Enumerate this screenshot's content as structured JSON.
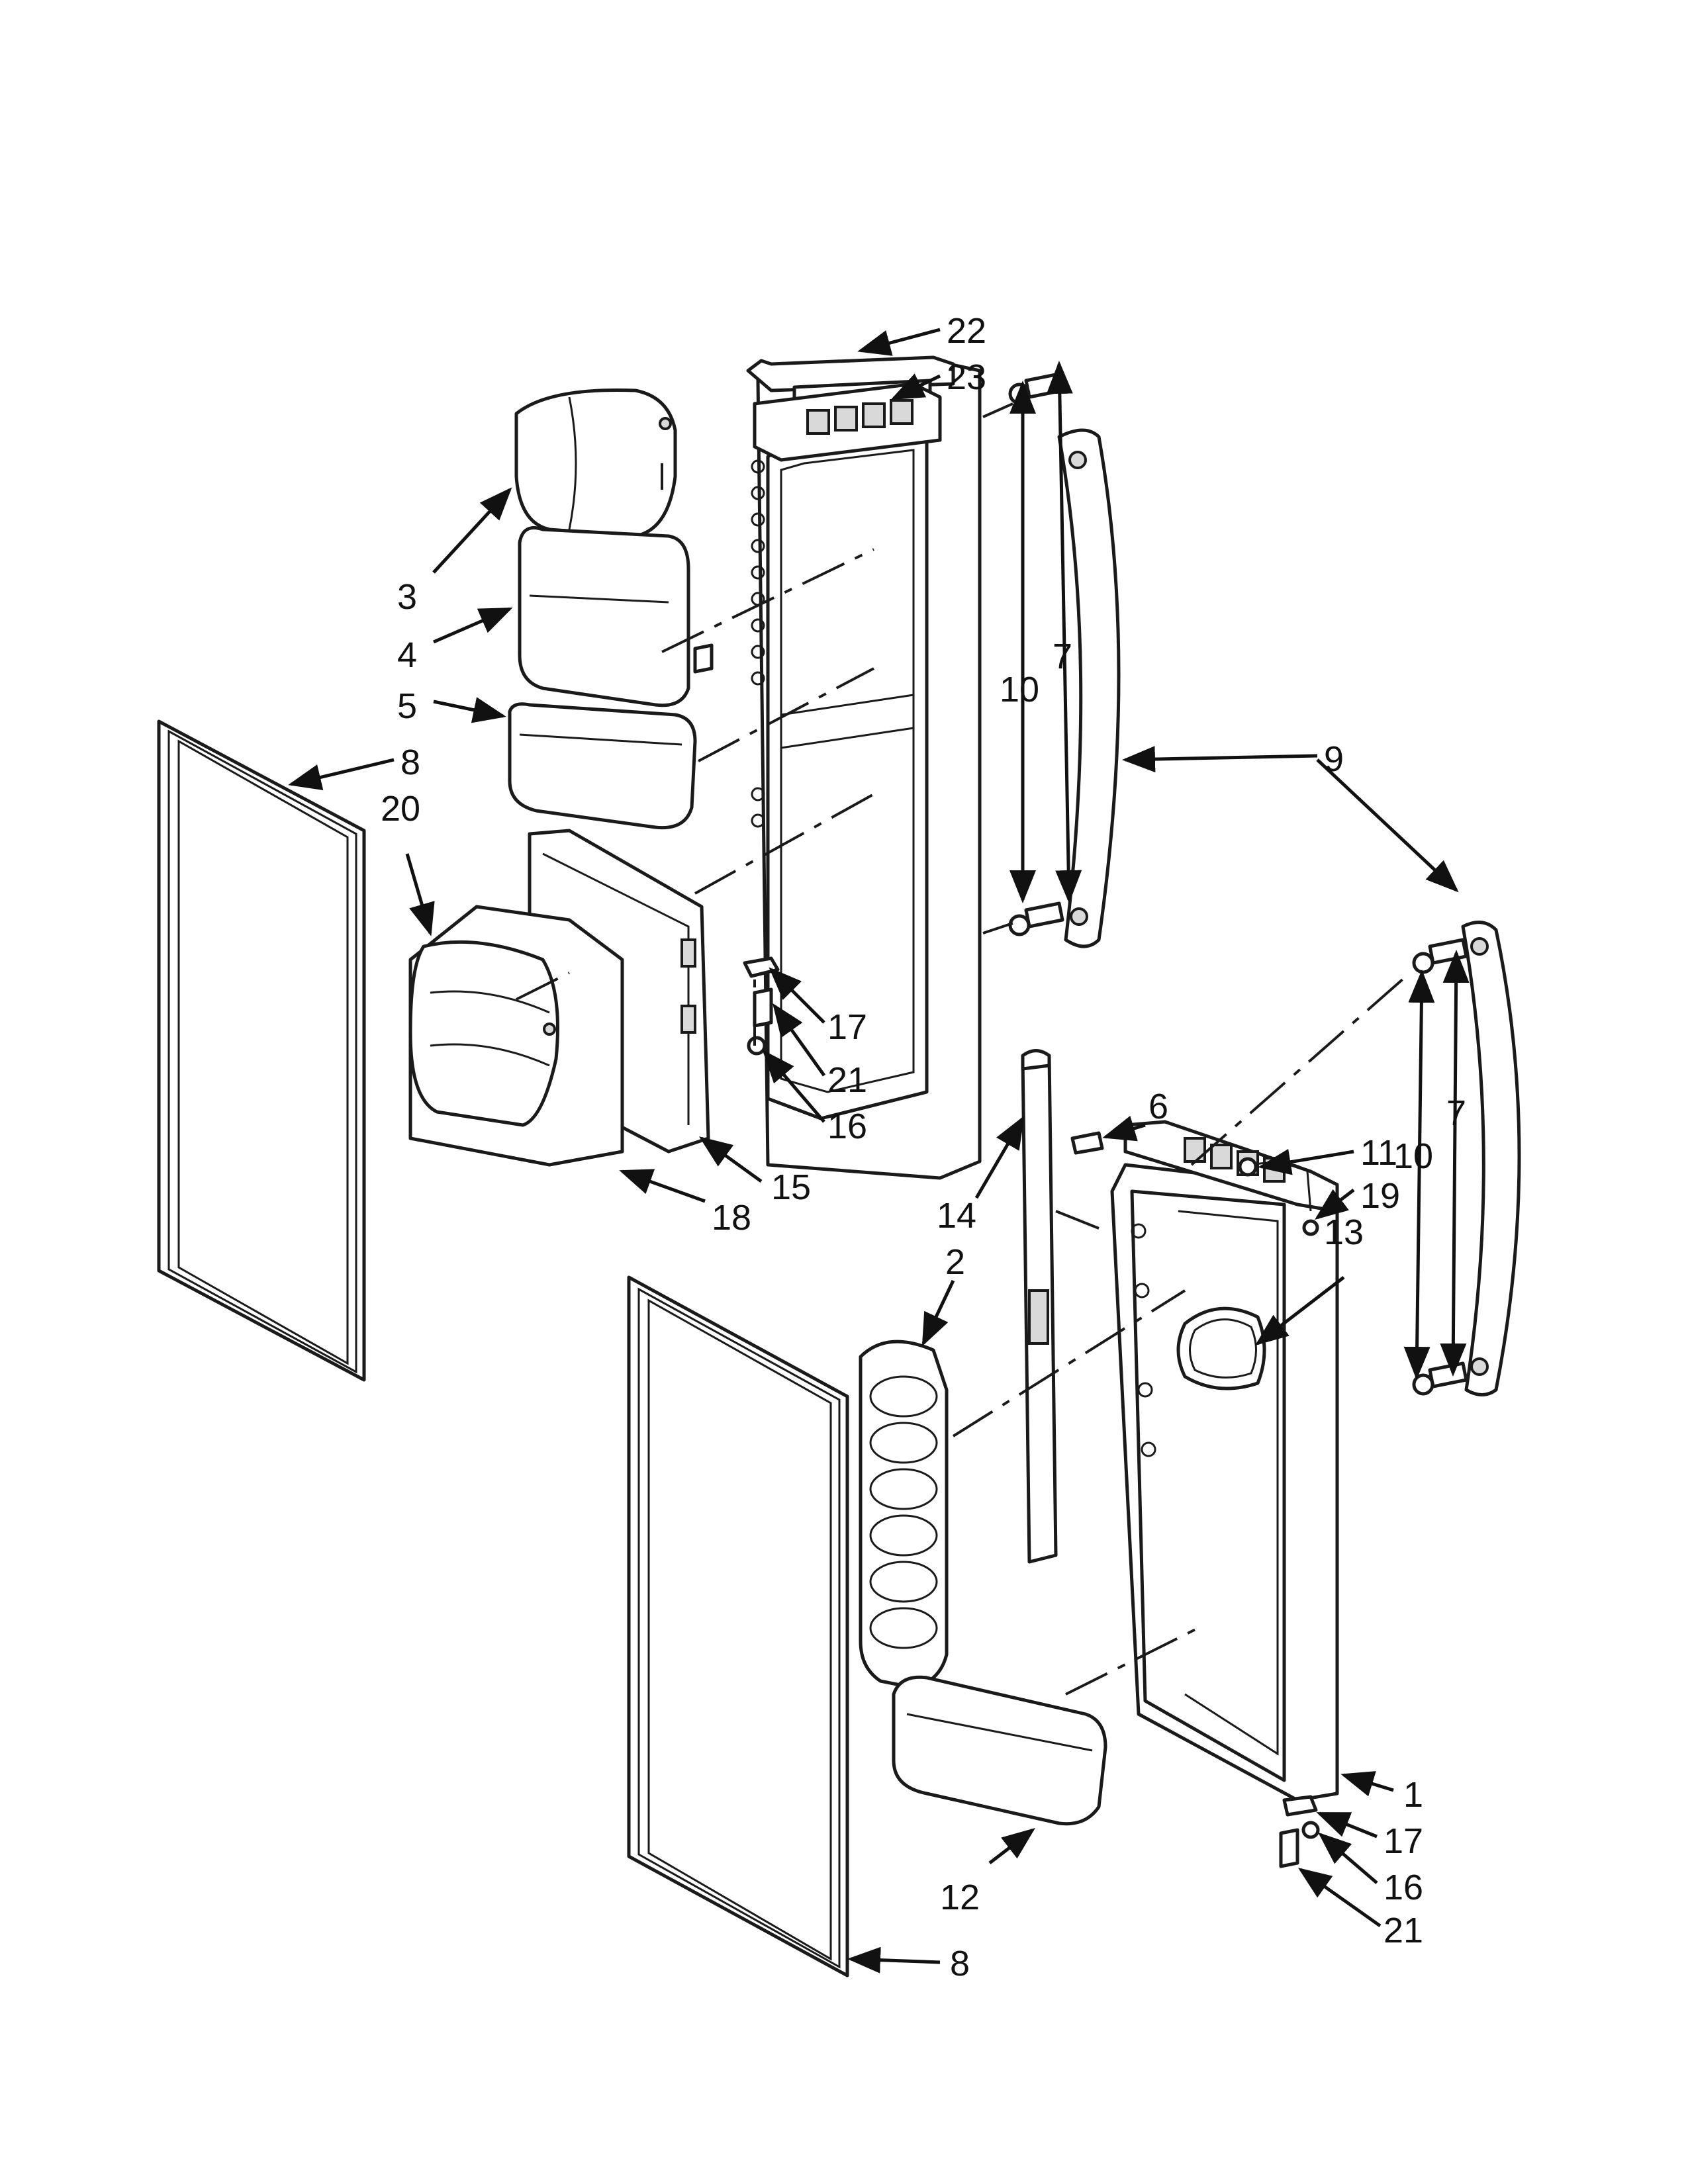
{
  "callouts": [
    {
      "id": "c22",
      "text": "22"
    },
    {
      "id": "c23",
      "text": "23"
    },
    {
      "id": "c3",
      "text": "3"
    },
    {
      "id": "c4",
      "text": "4"
    },
    {
      "id": "c5",
      "text": "5"
    },
    {
      "id": "c8a",
      "text": "8"
    },
    {
      "id": "c20",
      "text": "20"
    },
    {
      "id": "c10a",
      "text": "10"
    },
    {
      "id": "c7a",
      "text": "7"
    },
    {
      "id": "c9",
      "text": "9"
    },
    {
      "id": "c17a",
      "text": "17"
    },
    {
      "id": "c21a",
      "text": "21"
    },
    {
      "id": "c16a",
      "text": "16"
    },
    {
      "id": "c15",
      "text": "15"
    },
    {
      "id": "c18",
      "text": "18"
    },
    {
      "id": "c6",
      "text": "6"
    },
    {
      "id": "c11",
      "text": "11"
    },
    {
      "id": "c19",
      "text": "19"
    },
    {
      "id": "c10b",
      "text": "10"
    },
    {
      "id": "c7b",
      "text": "7"
    },
    {
      "id": "c14",
      "text": "14"
    },
    {
      "id": "c2",
      "text": "2"
    },
    {
      "id": "c13",
      "text": "13"
    },
    {
      "id": "c1",
      "text": "1"
    },
    {
      "id": "c17b",
      "text": "17"
    },
    {
      "id": "c16b",
      "text": "16"
    },
    {
      "id": "c21b",
      "text": "21"
    },
    {
      "id": "c12",
      "text": "12"
    },
    {
      "id": "c8b",
      "text": "8"
    }
  ]
}
